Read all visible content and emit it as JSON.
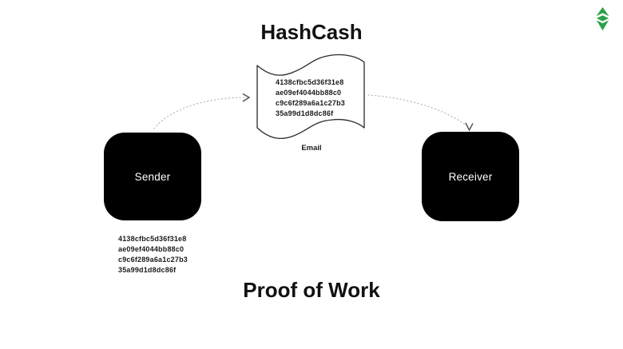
{
  "header": {
    "title": "HashCash"
  },
  "logo": {
    "name": "ethereum-classic-logo",
    "color": "#2aa148"
  },
  "diagram": {
    "sender": {
      "label": "Sender",
      "hash_lines": [
        "4138cfbc5d36f31e8",
        "ae09ef4044bb88c0",
        "c9c6f289a6a1c27b3",
        "35a99d1d8dc86f"
      ]
    },
    "receiver": {
      "label": "Receiver"
    },
    "email": {
      "label": "Email",
      "hash_lines": [
        "4138cfbc5d36f31e8",
        "ae09ef4044bb88c0",
        "c9c6f289a6a1c27b3",
        "35a99d1d8dc86f"
      ]
    },
    "colors": {
      "node_bg": "#000000",
      "node_text": "#ffffff",
      "shape_outline": "#2b2b2b",
      "arrow_dots": "#b3b3b3",
      "arrowhead": "#4d4d4d"
    }
  },
  "footer": {
    "caption": "Proof of Work"
  }
}
